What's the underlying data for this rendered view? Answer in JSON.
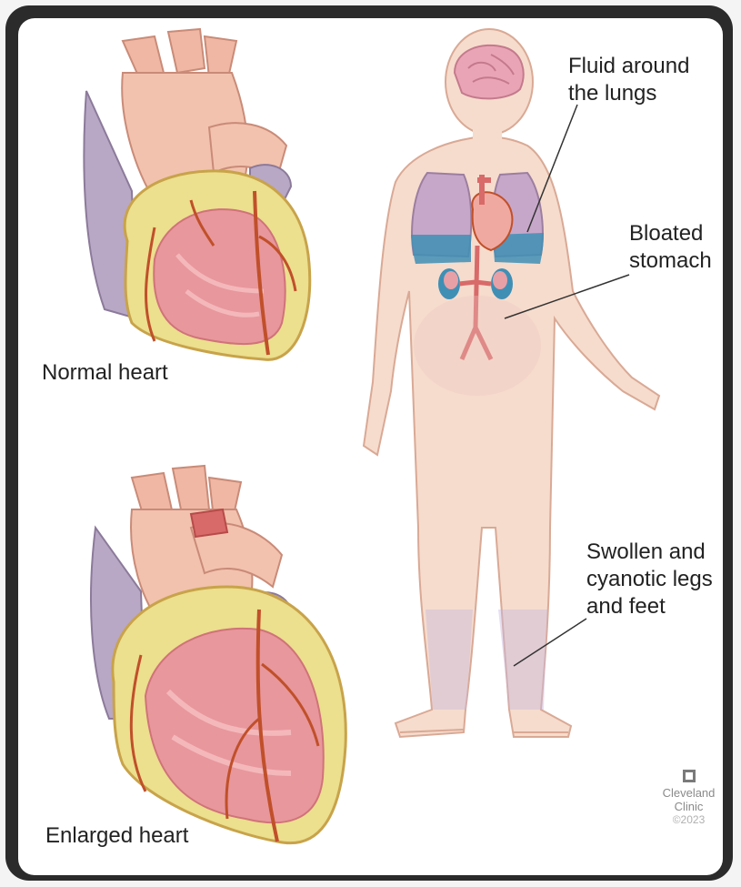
{
  "labels": {
    "normal_heart": "Normal heart",
    "enlarged_heart": "Enlarged heart",
    "fluid_line1": "Fluid around",
    "fluid_line2": "the lungs",
    "bloated_line1": "Bloated",
    "bloated_line2": "stomach",
    "swollen_line1": "Swollen and",
    "swollen_line2": "cyanotic legs",
    "swollen_line3": "and feet"
  },
  "logo": {
    "line1": "Cleveland",
    "line2": "Clinic",
    "copyright": "©2023"
  },
  "colors": {
    "frame": "#2b2b2b",
    "muscle": "#e8979c",
    "fat": "#ecdf8e",
    "artery": "#c0502a",
    "skin": "#f6dccd",
    "lung": "#c7a7c9",
    "fluid": "#3f8fb5"
  }
}
